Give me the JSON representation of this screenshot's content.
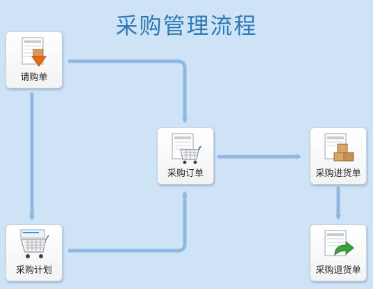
{
  "title": "采购管理流程",
  "colors": {
    "background": "#cfe3f6",
    "arrow": "#8fb8e0",
    "title": "#2f79b8"
  },
  "nodes": {
    "request": {
      "label": "请购单",
      "icon": "document-download-icon"
    },
    "plan": {
      "label": "采购计划",
      "icon": "shopping-cart-icon"
    },
    "order": {
      "label": "采购订单",
      "icon": "document-cart-icon"
    },
    "receipt": {
      "label": "采购进货单",
      "icon": "document-boxes-icon"
    },
    "return": {
      "label": "采购退货单",
      "icon": "document-return-icon"
    }
  }
}
